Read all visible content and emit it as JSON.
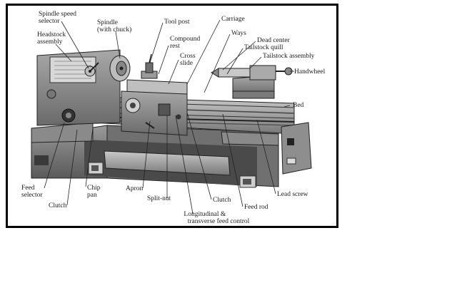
{
  "figure": {
    "labels": {
      "spindle_speed_selector": [
        "Spindle speed",
        "selector"
      ],
      "headstock_assembly": [
        "Headstock",
        "assembly"
      ],
      "spindle_with_chuck": [
        "Spindle",
        "(with chuck)"
      ],
      "tool_post": "Tool post",
      "compound_rest": [
        "Compound",
        "rest"
      ],
      "cross_slide": [
        "Cross",
        "slide"
      ],
      "carriage": "Carriage",
      "ways": "Ways",
      "dead_center": "Dead center",
      "tailstock_quill": "Tailstock quill",
      "tailstock_assembly": "Tailstock assembly",
      "handwheel": "Handwheel",
      "bed": "Bed",
      "feed_selector": [
        "Feed",
        "selector"
      ],
      "chip_pan": [
        "Chip",
        "pan"
      ],
      "clutch_left": "Clutch",
      "apron": "Apron",
      "split_nut": "Split-nut",
      "longitudinal_feed_control": [
        "Longitudinal &",
        "transverse feed control"
      ],
      "clutch_right": "Clutch",
      "feed_rod": "Feed rod",
      "lead_screw": "Lead screw"
    }
  }
}
